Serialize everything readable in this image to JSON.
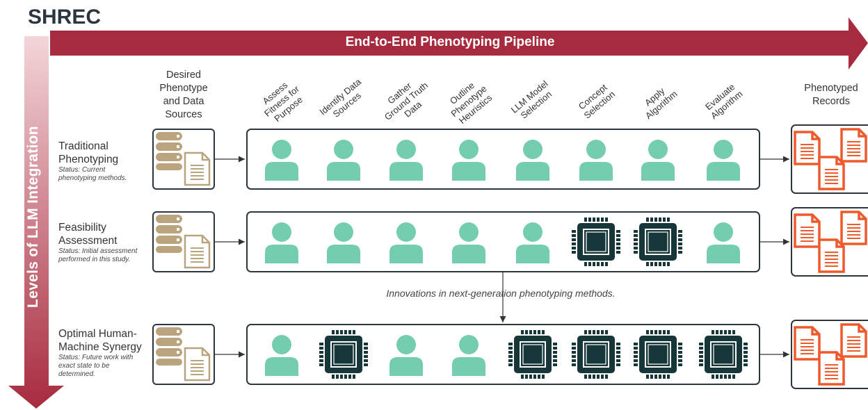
{
  "title": "SHREC",
  "pipeline_banner": "End-to-End Phenotyping Pipeline",
  "vertical_axis_label": "Levels of LLM Integration",
  "input_header": [
    "Desired",
    "Phenotype",
    "and Data",
    "Sources"
  ],
  "output_header": [
    "Phenotyped",
    "Records"
  ],
  "steps": [
    {
      "lines": [
        "Assess",
        "Fitness for",
        "Purpose"
      ]
    },
    {
      "lines": [
        "Identify Data",
        "Sources"
      ]
    },
    {
      "lines": [
        "Gather",
        "Ground Truth",
        "Data"
      ]
    },
    {
      "lines": [
        "Outline",
        "Phenotype",
        "Heuristics"
      ]
    },
    {
      "lines": [
        "LLM Model",
        "Selection"
      ]
    },
    {
      "lines": [
        "Concept",
        "Selection"
      ]
    },
    {
      "lines": [
        "Apply",
        "Algorithm"
      ]
    },
    {
      "lines": [
        "Evaluate",
        "Algorithm"
      ]
    }
  ],
  "rows": [
    {
      "name": [
        "Traditional",
        "Phenotyping"
      ],
      "status": [
        "Status: Current",
        "phenotyping methods."
      ],
      "agents": [
        "human",
        "human",
        "human",
        "human",
        "human",
        "human",
        "human",
        "human"
      ]
    },
    {
      "name": [
        "Feasibility",
        "Assessment"
      ],
      "status": [
        "Status: Initial assessment",
        "performed in this study."
      ],
      "agents": [
        "human",
        "human",
        "human",
        "human",
        "human",
        "chip",
        "chip",
        "human"
      ]
    },
    {
      "name": [
        "Optimal Human-",
        "Machine Synergy"
      ],
      "status": [
        "Status: Future work with",
        "exact state to be",
        "determined."
      ],
      "agents": [
        "human",
        "chip",
        "human",
        "human",
        "chip",
        "chip",
        "chip",
        "chip"
      ]
    }
  ],
  "innovation_note": "Innovations in next-generation phenotyping methods.",
  "colors": {
    "banner": "#a72b3e",
    "banner_fade": "#f3d6da",
    "human": "#74cdae",
    "chip": "#16363a",
    "database": "#b9a47d",
    "records": "#ef5a2c",
    "box_border": "#2c3640",
    "title": "#2c3640"
  }
}
